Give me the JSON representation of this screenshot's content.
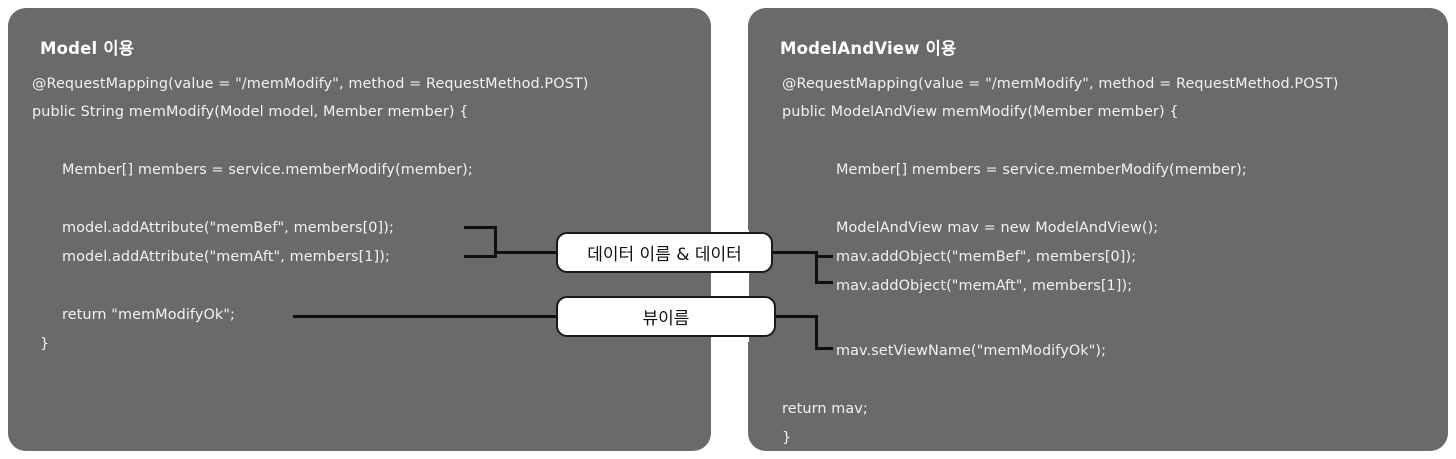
{
  "diagram": {
    "background_color": "#ffffff",
    "panel_color": "#6a6a6a",
    "code_text_color": "#f2f2f2",
    "callout_fill": "#ffffff",
    "callout_border": "#1a1a1a",
    "connector_color": "#101010"
  },
  "panels": [
    {
      "id": "model",
      "title": "Model 이용",
      "code": [
        "@RequestMapping(value = \"/memModify\", method = RequestMethod.POST)",
        "public String memModify(Model model, Member member) {",
        "Member[] members = service.memberModify(member);",
        "model.addAttribute(\"memBef\", members[0]);",
        "model.addAttribute(\"memAft\", members[1]);",
        "return \"memModifyOk\";",
        "}"
      ]
    },
    {
      "id": "modelandview",
      "title": "ModelAndView 이용",
      "code": [
        "@RequestMapping(value = \"/memModify\", method = RequestMethod.POST)",
        "public ModelAndView memModify(Member member) {",
        "Member[] members = service.memberModify(member);",
        "ModelAndView mav = new ModelAndView();",
        "mav.addObject(\"memBef\", members[0]);",
        "mav.addObject(\"memAft\", members[1]);",
        "mav.setViewName(\"memModifyOk\");",
        "return mav;",
        "}"
      ]
    }
  ],
  "callouts": [
    {
      "id": "data-name-and-data",
      "label": "데이터 이름 & 데이터"
    },
    {
      "id": "view-name",
      "label": "뷰이름"
    }
  ]
}
